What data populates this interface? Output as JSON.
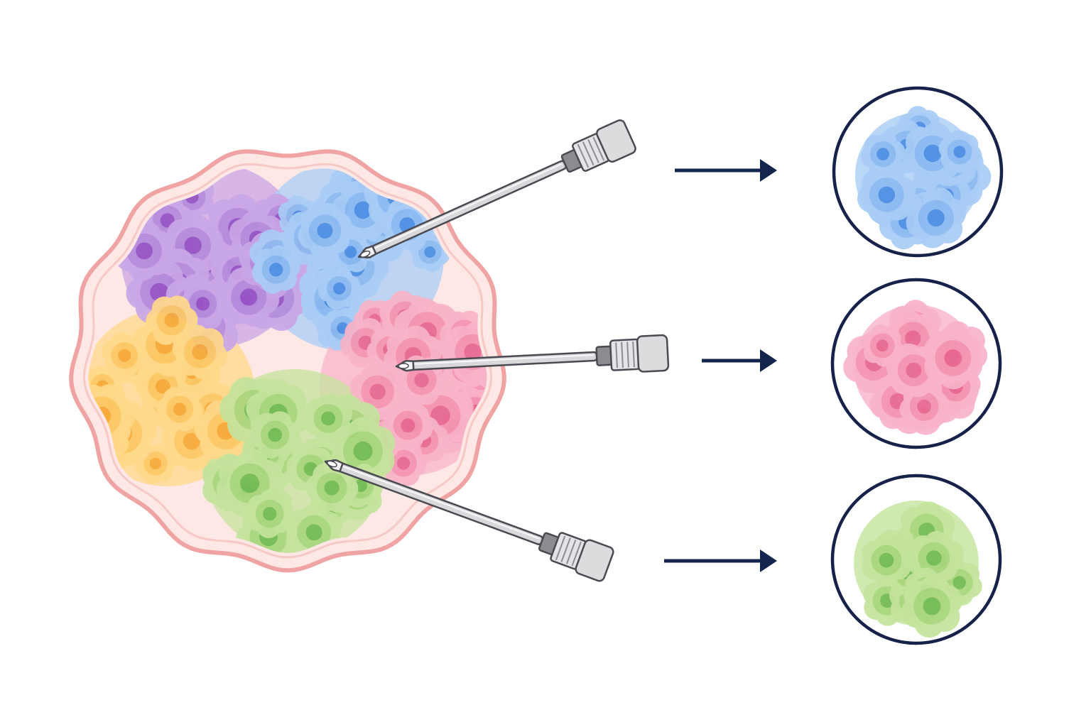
{
  "colors": {
    "background": "#ffffff",
    "tumor_outline": "#efa3a3",
    "tumor_fill": "#fde8e6",
    "arrow": "#14254d",
    "dish_ring": "#16224a",
    "needle_shaft": "#d9d9dc",
    "needle_edge": "#4a4a52",
    "needle_hub": "#e4e4e6",
    "needle_collar": "#8b8b92"
  },
  "clusters": [
    {
      "name": "purple",
      "light": "#c9a6e6",
      "mid": "#b58cdc",
      "nucleus": "#9654c4"
    },
    {
      "name": "blue",
      "light": "#a9cdf6",
      "mid": "#8dbaf0",
      "nucleus": "#4d8ee2"
    },
    {
      "name": "pink",
      "light": "#f8b4c8",
      "mid": "#f495b2",
      "nucleus": "#e66a92"
    },
    {
      "name": "yellow",
      "light": "#ffd98a",
      "mid": "#fcc867",
      "nucleus": "#f7a93a"
    },
    {
      "name": "green",
      "light": "#c4e39c",
      "mid": "#a9d67e",
      "nucleus": "#72bb54"
    }
  ],
  "samples": [
    {
      "name": "blue-sample",
      "cluster": "blue"
    },
    {
      "name": "pink-sample",
      "cluster": "pink"
    },
    {
      "name": "green-sample",
      "cluster": "green"
    }
  ],
  "icons": {
    "needle": "biopsy-needle-icon",
    "arrow": "arrow-right-icon",
    "dish": "culture-dish-icon",
    "tumor": "tumor-mass-icon"
  }
}
